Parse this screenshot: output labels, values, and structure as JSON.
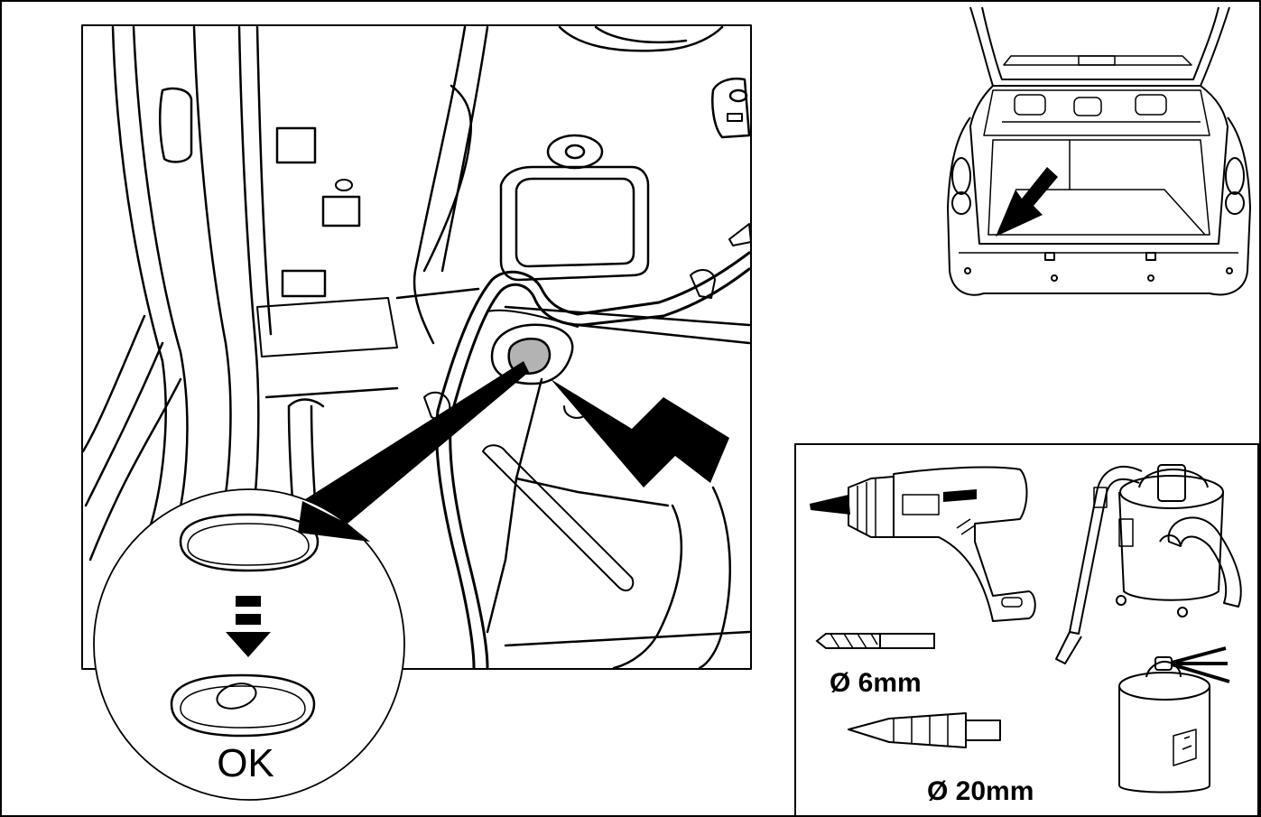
{
  "labels": {
    "ok": "OK",
    "drill_bit_size": "Ø 6mm",
    "step_drill_size": "Ø 20mm"
  },
  "colors": {
    "line": "#000000",
    "background": "#ffffff",
    "plug_fill": "#b3b3b3"
  },
  "icons": [
    "car-rear-view-icon",
    "drill-icon",
    "drill-bit-icon",
    "step-drill-icon",
    "vacuum-cleaner-icon",
    "spray-can-icon",
    "arrow-icon"
  ]
}
